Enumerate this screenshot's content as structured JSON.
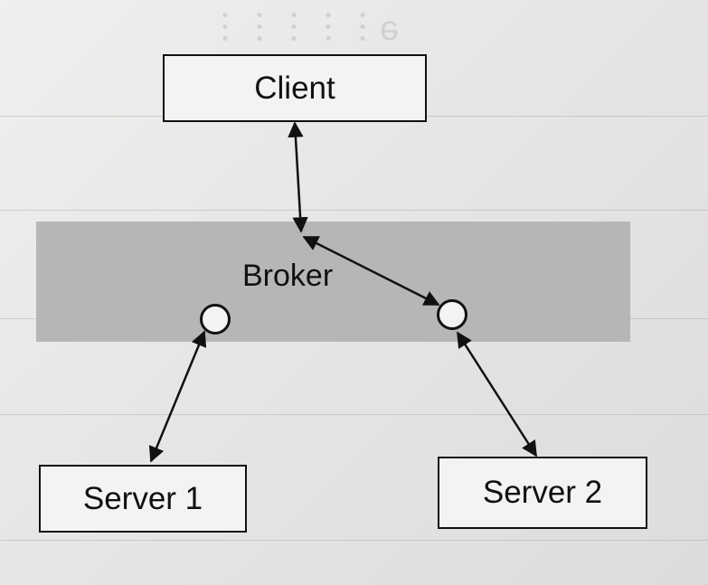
{
  "diagram": {
    "nodes": {
      "client": "Client",
      "broker": "Broker",
      "server1": "Server 1",
      "server2": "Server 2"
    },
    "edges": [
      {
        "from": "Client",
        "to": "Broker",
        "bidirectional": true
      },
      {
        "from": "Broker",
        "to": "Server 2 port",
        "bidirectional": true
      },
      {
        "from": "Server 1 port",
        "to": "Server 1",
        "bidirectional": true
      },
      {
        "from": "Server 2 port",
        "to": "Server 2",
        "bidirectional": true
      }
    ]
  },
  "colors": {
    "background": "#e9e9e7",
    "broker_band": "#b6b6b6",
    "stroke": "#111111"
  }
}
